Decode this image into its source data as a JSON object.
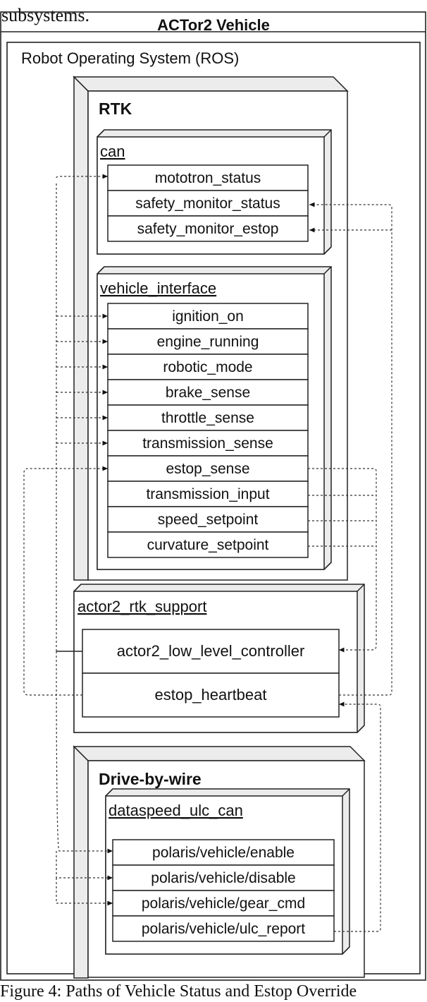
{
  "header_fragment": "subsystems.",
  "vehicle_title": "ACTor2 Vehicle",
  "ros_label": "Robot Operating System (ROS)",
  "rtk": {
    "label": "RTK",
    "can": {
      "label": "can",
      "topics": [
        "mototron_status",
        "safety_monitor_status",
        "safety_monitor_estop"
      ]
    },
    "vehicle_interface": {
      "label": "vehicle_interface",
      "topics": [
        "ignition_on",
        "engine_running",
        "robotic_mode",
        "brake_sense",
        "throttle_sense",
        "transmission_sense",
        "estop_sense",
        "transmission_input",
        "speed_setpoint",
        "curvature_setpoint"
      ]
    }
  },
  "actor2_rtk_support": {
    "label": "actor2_rtk_support",
    "nodes": [
      "actor2_low_level_controller",
      "estop_heartbeat"
    ]
  },
  "drive_by_wire": {
    "label": "Drive-by-wire",
    "dataspeed_ulc_can": {
      "label": "dataspeed_ulc_can",
      "topics": [
        "polaris/vehicle/enable",
        "polaris/vehicle/disable",
        "polaris/vehicle/gear_cmd",
        "polaris/vehicle/ulc_report"
      ]
    }
  },
  "caption": "Figure 4: Paths of Vehicle Status and Estop Override"
}
